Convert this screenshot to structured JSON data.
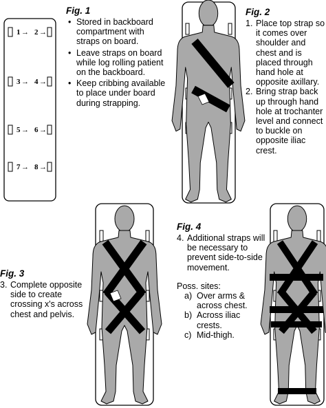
{
  "fig1": {
    "title": "Fig. 1",
    "bullets": [
      "Stored in backboard compartment with straps on board.",
      "Leave straps on board while log rolling patient on the backboard.",
      "Keep cribbing available to place under board during strapping."
    ],
    "strap_labels": [
      "1",
      "2",
      "3",
      "4",
      "5",
      "6",
      "7",
      "8"
    ]
  },
  "fig2": {
    "title": "Fig. 2",
    "steps": [
      {
        "num": "1.",
        "text": "Place top strap so it comes over shoulder and chest and is placed through hand hole at opposite axillary."
      },
      {
        "num": "2.",
        "text": "Bring strap back up through hand hole at trochanter level and connect to buckle on opposite iliac crest."
      }
    ]
  },
  "fig3": {
    "title": "Fig. 3",
    "steps": [
      {
        "num": "3.",
        "text": "Complete opposite side to create crossing x's across chest and pelvis."
      }
    ]
  },
  "fig4": {
    "title": "Fig. 4",
    "steps": [
      {
        "num": "4.",
        "text": "Additional straps will be necessary to prevent side-to-side movement."
      }
    ],
    "sites_heading": "Poss. sites:",
    "sites": [
      {
        "mark": "a)",
        "text": "Over arms & across chest."
      },
      {
        "mark": "b)",
        "text": "Across iliac crests."
      },
      {
        "mark": "c)",
        "text": "Mid-thigh."
      }
    ]
  },
  "colors": {
    "body_fill": "#a9a9a9",
    "strap": "#000000",
    "buckle": "#ffffff",
    "board_stroke": "#000000"
  }
}
